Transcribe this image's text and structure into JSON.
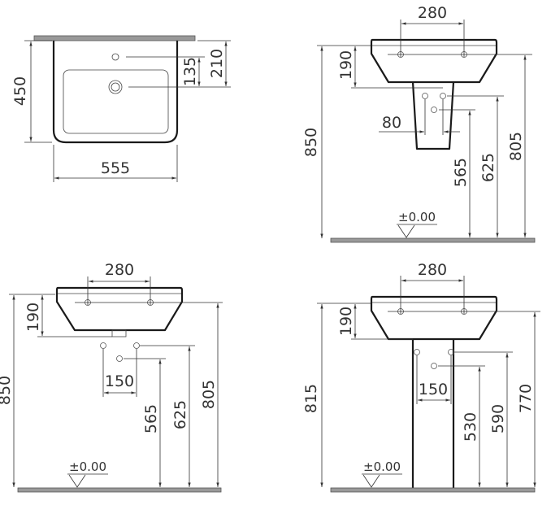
{
  "top_view": {
    "depth": "450",
    "width": "555",
    "tap_to_drain": "135",
    "wall_to_drain": "210"
  },
  "half_pedestal_view": {
    "tap_spacing": "280",
    "total_height": "850",
    "basin_height": "190",
    "waste_spacing": "80",
    "waste_height": "565",
    "supply_height": "625",
    "tap_height": "805",
    "floor_level": "±0.00"
  },
  "wall_hung_view": {
    "tap_spacing": "280",
    "total_height": "850",
    "basin_height": "190",
    "supply_spacing": "150",
    "waste_height": "565",
    "supply_height": "625",
    "tap_height": "805",
    "floor_level": "±0.00"
  },
  "full_pedestal_view": {
    "tap_spacing": "280",
    "total_height": "815",
    "basin_height": "190",
    "supply_spacing": "150",
    "waste_height": "530",
    "supply_height": "590",
    "tap_height": "770",
    "floor_level": "±0.00"
  }
}
